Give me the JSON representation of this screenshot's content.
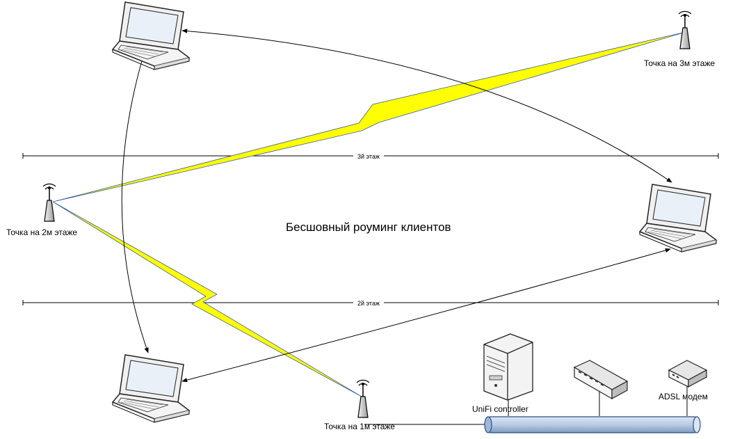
{
  "diagram": {
    "title": "Бесшовный роуминг клиентов",
    "floor_separators": [
      {
        "label": "3й этаж"
      },
      {
        "label": "2й этаж"
      }
    ],
    "access_points": [
      {
        "id": "ap3",
        "label": "Точка на 3м этаже"
      },
      {
        "id": "ap2",
        "label": "Точка на 2м этаже"
      },
      {
        "id": "ap1",
        "label": "Точка на 1м этаже"
      }
    ],
    "network_devices": [
      {
        "id": "controller",
        "label": "UniFi controller"
      },
      {
        "id": "switch",
        "label": ""
      },
      {
        "id": "modem",
        "label": "ADSL модем"
      }
    ],
    "colors": {
      "wireless_link": "#ffff00",
      "wireless_edge": "#3b5aa0",
      "bus_fill": "#b8cce4",
      "bus_stroke": "#2f4f7f",
      "line": "#000000"
    }
  }
}
